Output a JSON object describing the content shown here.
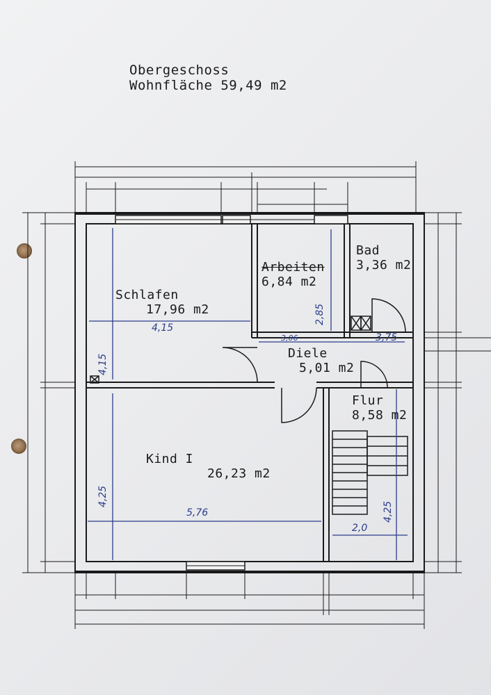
{
  "header": {
    "floor": "Obergeschoss",
    "living_area": "Wohnfläche 59,49 m2"
  },
  "rooms": [
    {
      "name": "Schlafen",
      "area": "17,96 m2"
    },
    {
      "name": "Arbeiten",
      "area": "6,84 m2"
    },
    {
      "name": "Bad",
      "area": "3,36 m2"
    },
    {
      "name": "Diele",
      "area": "5,01 m2"
    },
    {
      "name": "Flur",
      "area": "8,58 m2"
    },
    {
      "name": "Kind I",
      "area": "26,23 m2"
    }
  ],
  "handwritten_dimensions": {
    "schlafen_width": "4,15",
    "schlafen_height": "4,15",
    "arbeiten_height": "2,85",
    "diele_width": "3,75",
    "diele_small": "3,06",
    "kind_width": "5,76",
    "kind_height": "4,25",
    "flur_width": "2,0",
    "flur_height": "4,25"
  },
  "colors": {
    "ink": "#1a1a1a",
    "pen": "#2c3d8a",
    "paper": "#ecedee"
  }
}
